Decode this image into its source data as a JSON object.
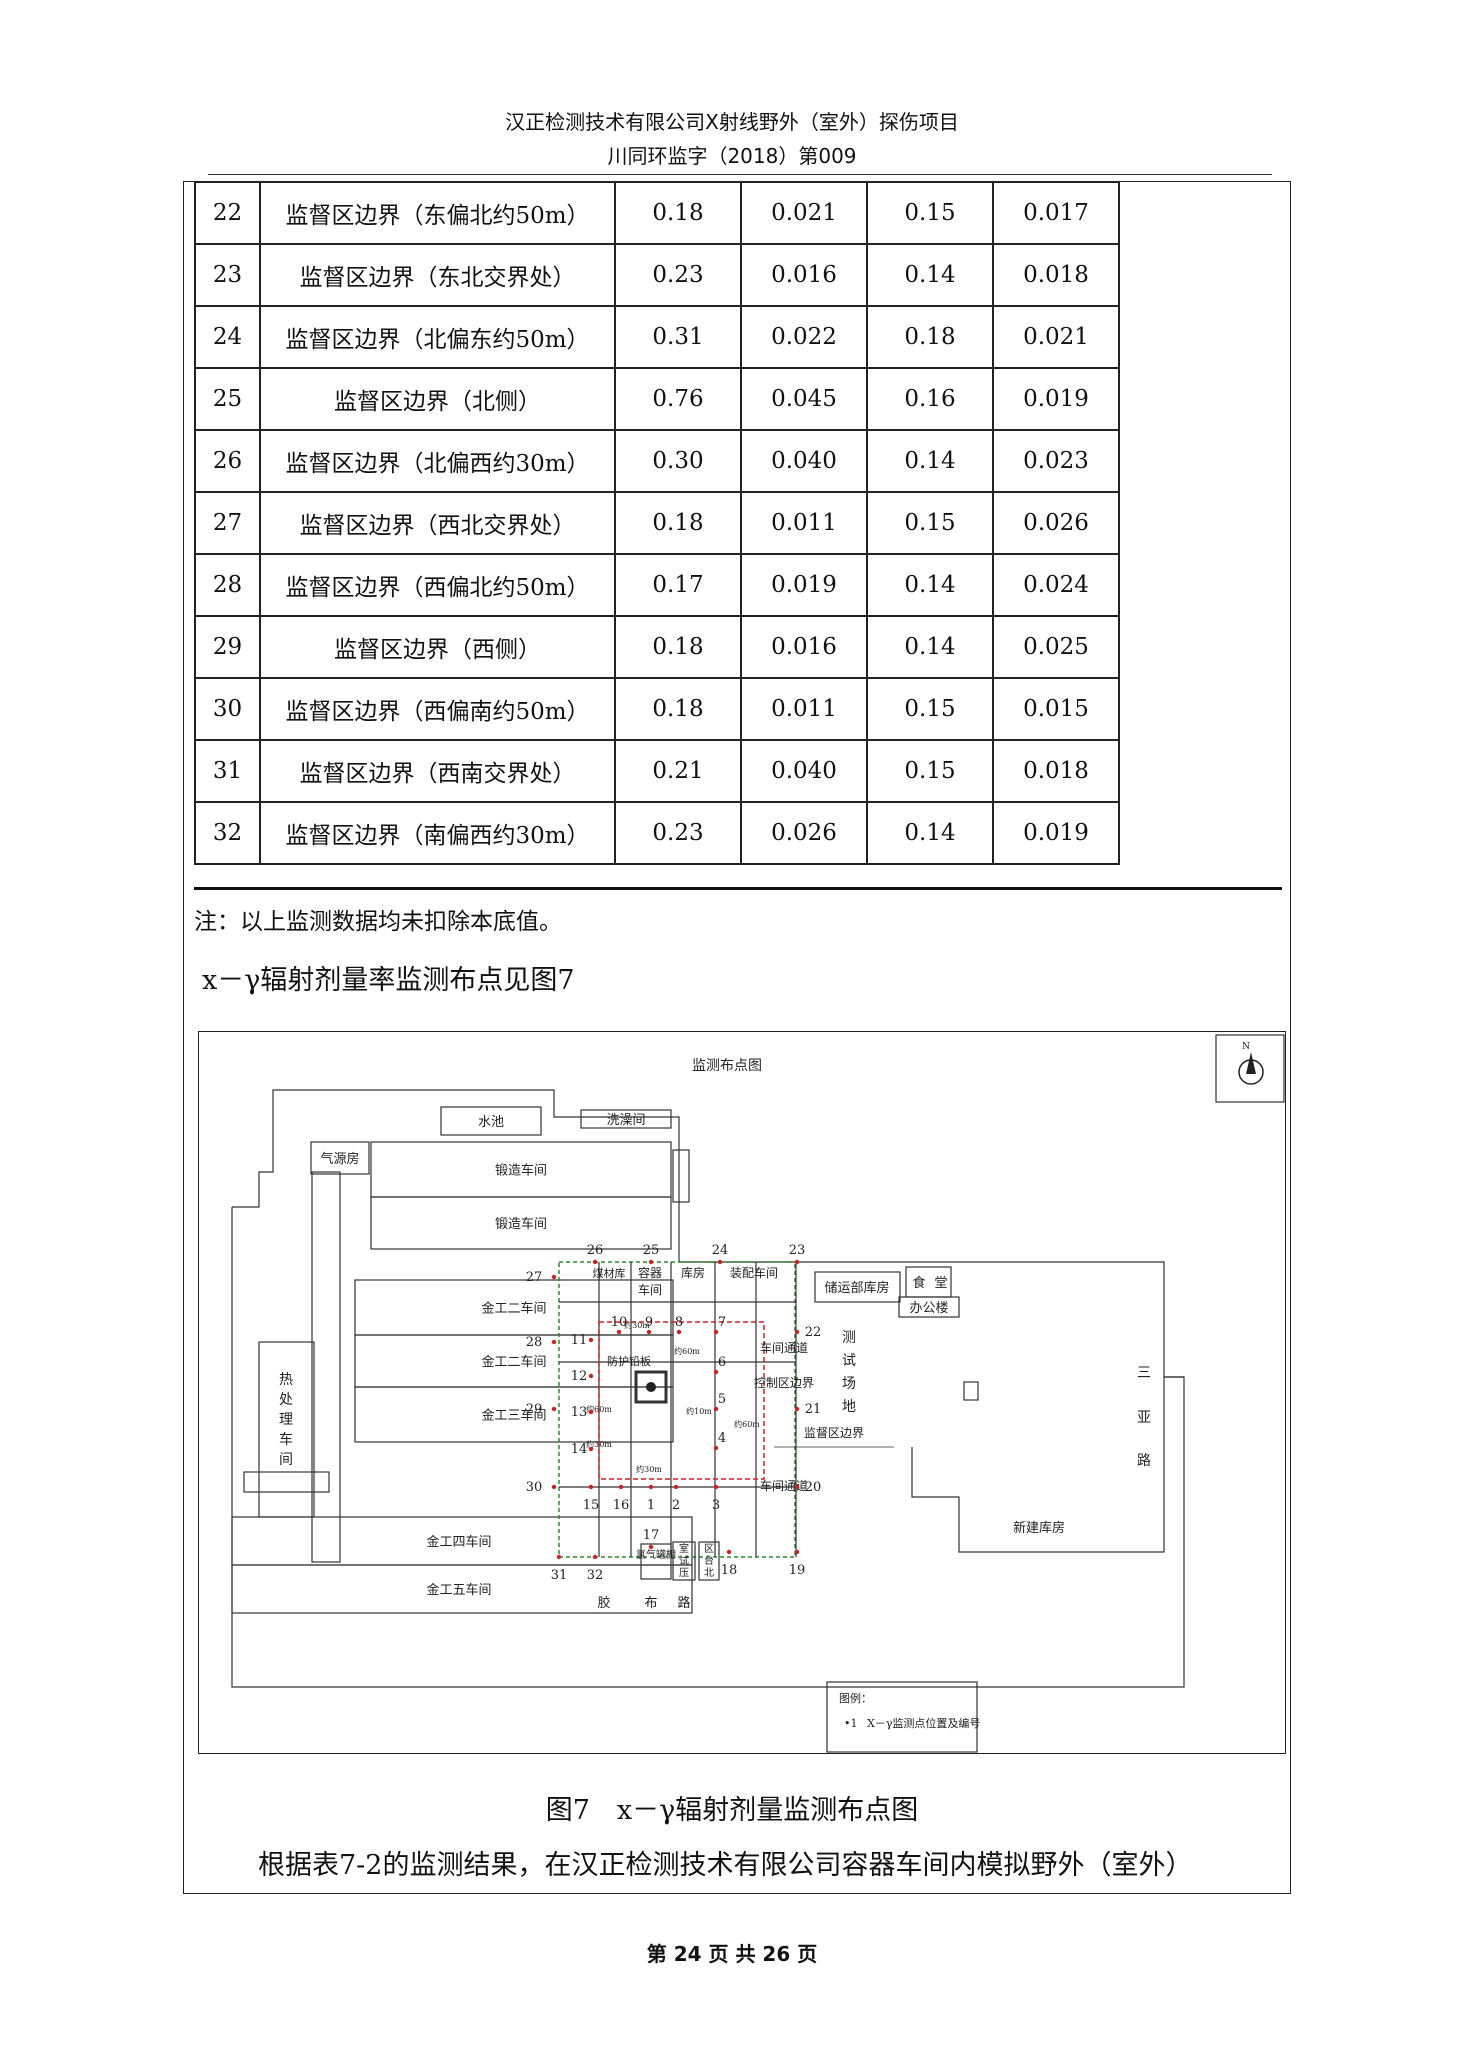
{
  "header": {
    "line1": "汉正检测技术有限公司X射线野外（室外）探伤项目",
    "line2": "川同环监字（2018）第009"
  },
  "table_rows": [
    {
      "no": "22",
      "location": "监督区边界（东偏北约50m）",
      "v1": "0.18",
      "v2": "0.021",
      "v3": "0.15",
      "v4": "0.017"
    },
    {
      "no": "23",
      "location": "监督区边界（东北交界处）",
      "v1": "0.23",
      "v2": "0.016",
      "v3": "0.14",
      "v4": "0.018"
    },
    {
      "no": "24",
      "location": "监督区边界（北偏东约50m）",
      "v1": "0.31",
      "v2": "0.022",
      "v3": "0.18",
      "v4": "0.021"
    },
    {
      "no": "25",
      "location": "监督区边界（北侧）",
      "v1": "0.76",
      "v2": "0.045",
      "v3": "0.16",
      "v4": "0.019"
    },
    {
      "no": "26",
      "location": "监督区边界（北偏西约30m）",
      "v1": "0.30",
      "v2": "0.040",
      "v3": "0.14",
      "v4": "0.023"
    },
    {
      "no": "27",
      "location": "监督区边界（西北交界处）",
      "v1": "0.18",
      "v2": "0.011",
      "v3": "0.15",
      "v4": "0.026"
    },
    {
      "no": "28",
      "location": "监督区边界（西偏北约50m）",
      "v1": "0.17",
      "v2": "0.019",
      "v3": "0.14",
      "v4": "0.024"
    },
    {
      "no": "29",
      "location": "监督区边界（西侧）",
      "v1": "0.18",
      "v2": "0.016",
      "v3": "0.14",
      "v4": "0.025"
    },
    {
      "no": "30",
      "location": "监督区边界（西偏南约50m）",
      "v1": "0.18",
      "v2": "0.011",
      "v3": "0.15",
      "v4": "0.015"
    },
    {
      "no": "31",
      "location": "监督区边界（西南交界处）",
      "v1": "0.21",
      "v2": "0.040",
      "v3": "0.15",
      "v4": "0.018"
    },
    {
      "no": "32",
      "location": "监督区边界（南偏西约30m）",
      "v1": "0.23",
      "v2": "0.026",
      "v3": "0.14",
      "v4": "0.019"
    }
  ],
  "note": "注：以上监测数据均未扣除本底值。",
  "intro": "x－γ辐射剂量率监测布点见图7",
  "figure": {
    "title": "监测布点图",
    "buildings": [
      "水池",
      "洗澡间",
      "气源房",
      "锻造车间",
      "锻造车间",
      "金工二车间",
      "金工二车间",
      "金工三车间",
      "热处理车间",
      "金工四车间",
      "金工五车间",
      "储运部库房",
      "食",
      "堂",
      "办公楼",
      "测",
      "试",
      "场",
      "地",
      "新建库房",
      "三",
      "亚",
      "路",
      "氯气罐棚",
      "胶",
      "布",
      "室",
      "试",
      "压",
      "区",
      "台",
      "北",
      "路",
      "煤材库",
      "容器",
      "车间",
      "库房",
      "装配车间",
      "防护铅板",
      "车间通道",
      "控制区边界",
      "车间通道",
      "监督区边界"
    ],
    "distances": [
      "约30m",
      "约60m",
      "约60m",
      "约30m",
      "约10m",
      "约60m",
      "约30m"
    ],
    "points": [
      "1",
      "2",
      "3",
      "4",
      "5",
      "6",
      "7",
      "8",
      "9",
      "10",
      "11",
      "12",
      "13",
      "14",
      "15",
      "16",
      "17",
      "18",
      "19",
      "20",
      "21",
      "22",
      "23",
      "24",
      "25",
      "26",
      "27",
      "28",
      "29",
      "30",
      "31",
      "32"
    ],
    "legend_title": "图例：",
    "legend_marker": "•1",
    "legend_text": "X－γ监测点位置及编号"
  },
  "caption": "图7　x－γ辐射剂量监测布点图",
  "paragraph": "根据表7-2的监测结果，在汉正检测技术有限公司容器车间内模拟野外（室外）",
  "footer": "第 24 页 共 26 页"
}
